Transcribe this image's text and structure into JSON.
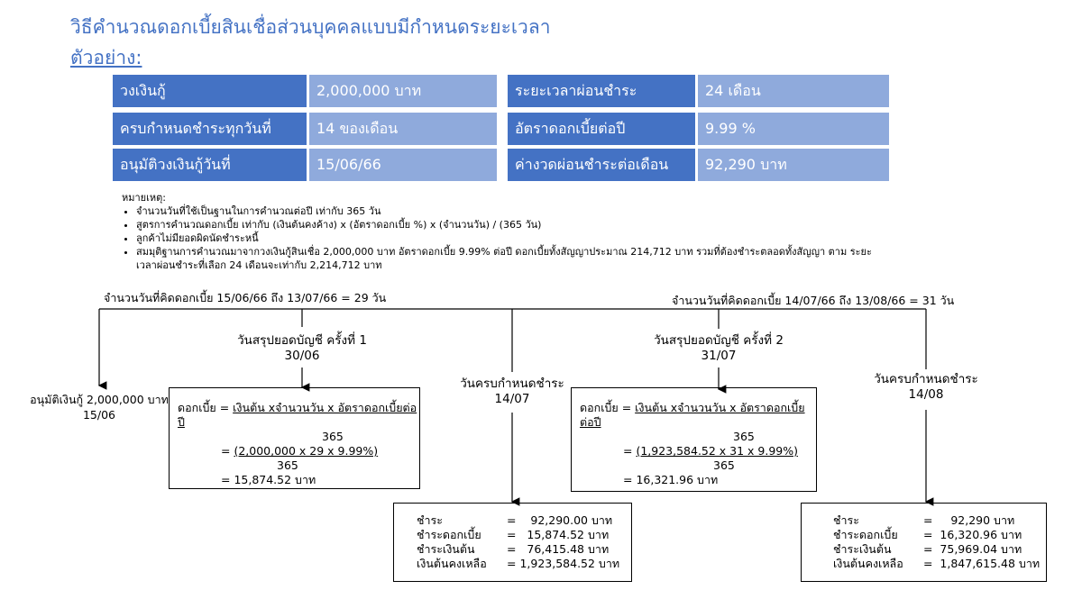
{
  "title": "วิธีคำนวณดอกเบี้ยสินเชื่อส่วนบุคคลแบบมีกำหนดระยะเวลา",
  "subtitle": "ตัวอย่าง:",
  "table": [
    {
      "label": "วงเงินกู้",
      "value": "2,000,000 บาท",
      "label2": "ระยะเวลาผ่อนชำระ",
      "value2": "24 เดือน"
    },
    {
      "label": "ครบกำหนดชำระทุกวันที่",
      "value": "14 ของเดือน",
      "label2": "อัตราดอกเบี้ยต่อปี",
      "value2": "9.99 %"
    },
    {
      "label": "อนุมัติวงเงินกู้วันที่",
      "value": "15/06/66",
      "label2": "ค่างวดผ่อนชำระต่อเดือน",
      "value2": "92,290 บาท"
    }
  ],
  "notes": {
    "heading": "หมายเหตุ:",
    "items": [
      "จำนวนวันที่ใช้เป็นฐานในการคำนวณต่อปี เท่ากับ 365 วัน",
      "สูตรการคำนวณดอกเบี้ย เท่ากับ (เงินต้นคงค้าง) x (อัตราดอกเบี้ย %) x (จำนวนวัน) / (365 วัน)",
      "ลูกค้าไม่มียอดผิดนัดชำระหนี้",
      "สมมุติฐานการคำนวณมาจากวงเงินกู้สินเชื่อ 2,000,000 บาท อัตราดอกเบี้ย 9.99% ต่อปี ดอกเบี้ยทั้งสัญญาประมาณ 214,712 บาท รวมที่ต้องชำระตลอดทั้งสัญญา ตาม ระยะเวลาผ่อนชำระที่เลือก 24 เดือนจะเท่ากับ 2,214,712 บาท"
    ]
  },
  "diagram": {
    "period1": "จำนวนวันที่คิดดอกเบี้ย 15/06/66 ถึง 13/07/66 = 29 วัน",
    "period2": "จำนวนวันที่คิดดอกเบี้ย 14/07/66 ถึง 13/08/66 = 31 วัน",
    "approve": {
      "line1": "อนุมัติเงินกู้ 2,000,000 บาท",
      "line2": "15/06"
    },
    "close1": {
      "line1": "วันสรุปยอดบัญชี ครั้งที่ 1",
      "line2": "30/06"
    },
    "due1": {
      "line1": "วันครบกำหนดชำระ",
      "line2": "14/07"
    },
    "close2": {
      "line1": "วันสรุปยอดบัญชี ครั้งที่ 2",
      "line2": "31/07"
    },
    "due2": {
      "line1": "วันครบกำหนดชำระ",
      "line2": "14/08"
    },
    "calc1": {
      "prefix": "ดอกเบี้ย = ",
      "formula": "เงินต้น xจำนวนวัน x อัตราดอกเบี้ยต่อปี",
      "den": "365",
      "eq": "= ",
      "sub": "(2,000,000 x 29 x 9.99%)",
      "den2": "365",
      "result": "= 15,874.52 บาท"
    },
    "calc2": {
      "prefix": "ดอกเบี้ย = ",
      "formula": "เงินต้น xจำนวนวัน x อัตราดอกเบี้ยต่อปี",
      "den": "365",
      "eq": "= ",
      "sub": "(1,923,584.52 x 31 x 9.99%)",
      "den2": "365",
      "result": "= 16,321.96 บาท"
    },
    "pay1": [
      [
        "ชำระ",
        "=    92,290.00 บาท"
      ],
      [
        "ชำระดอกเบี้ย",
        "=   15,874.52 บาท"
      ],
      [
        "ชำระเงินต้น",
        "=   76,415.48 บาท"
      ],
      [
        "เงินต้นคงเหลือ",
        "= 1,923,584.52 บาท"
      ]
    ],
    "pay2": [
      [
        "ชำระ",
        "=     92,290 บาท"
      ],
      [
        "ชำระดอกเบี้ย",
        "=  16,320.96 บาท"
      ],
      [
        "ชำระเงินต้น",
        "=  75,969.04 บาท"
      ],
      [
        "เงินต้นคงเหลือ",
        "=  1,847,615.48 บาท"
      ]
    ]
  }
}
